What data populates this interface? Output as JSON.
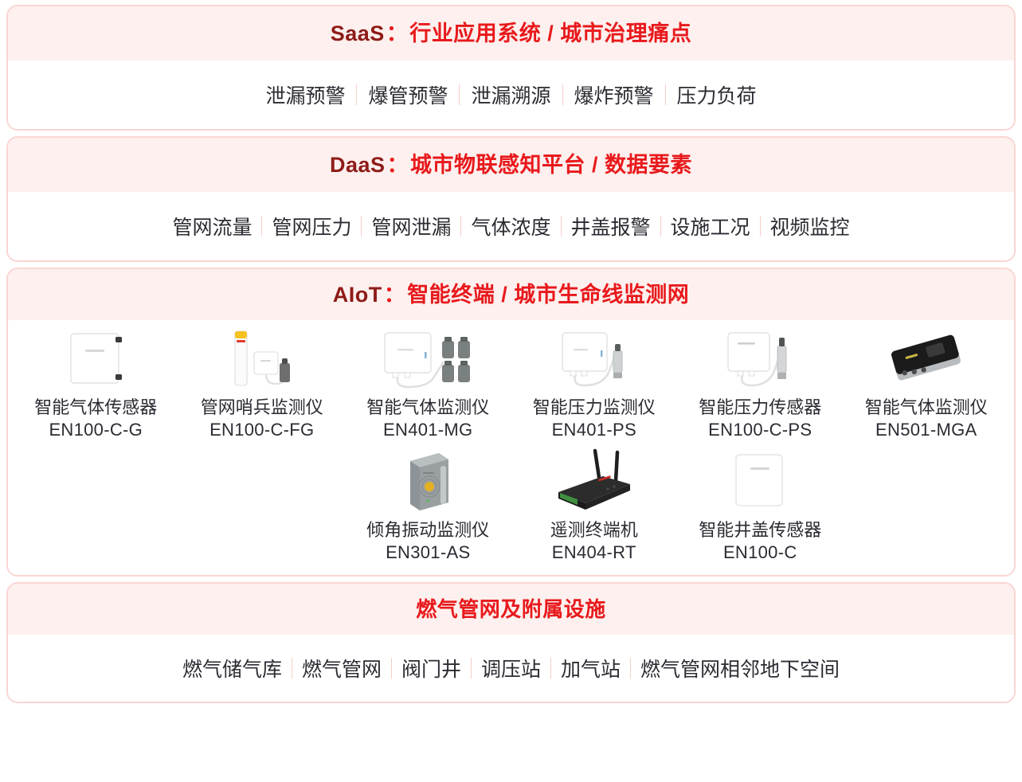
{
  "colors": {
    "accent_red": "#e8191c",
    "accent_dark_red": "#8e1b18",
    "panel_border": "#f9d6d3",
    "panel_head_bg": "#fdf0ee",
    "divider": "#f6cfcb",
    "text": "#2b2b33",
    "watermark": "#fbdedb"
  },
  "saas": {
    "icon": "radar-target-icon",
    "title": {
      "en": "SaaS",
      "sep": "：",
      "cn": "行业应用系统 / 城市治理痛点"
    },
    "tags": [
      "泄漏预警",
      "爆管预警",
      "泄漏溯源",
      "爆炸预警",
      "压力负荷"
    ]
  },
  "daas": {
    "icon": "infinity-icon",
    "title": {
      "en": "DaaS",
      "sep": "：",
      "cn": "城市物联感知平台 / 数据要素"
    },
    "tags": [
      "管网流量",
      "管网压力",
      "管网泄漏",
      "气体浓度",
      "井盖报警",
      "设施工况",
      "视频监控"
    ]
  },
  "aiot": {
    "icon": "network-nodes-icon",
    "title": {
      "en": "AIoT",
      "sep": "：",
      "cn": "智能终端 / 城市生命线监测网"
    },
    "devices_row1": [
      {
        "name": "智能气体传感器",
        "model": "EN100-C-G",
        "image": "white-wall-box-device"
      },
      {
        "name": "管网哨兵监测仪",
        "model": "EN100-C-FG",
        "image": "sentinel-pole-device"
      },
      {
        "name": "智能气体监测仪",
        "model": "EN401-MG",
        "image": "box-with-four-probes-device"
      },
      {
        "name": "智能压力监测仪",
        "model": "EN401-PS",
        "image": "box-with-pressure-probe-device"
      },
      {
        "name": "智能压力传感器",
        "model": "EN100-C-PS",
        "image": "box-with-long-probe-device"
      },
      {
        "name": "智能气体监测仪",
        "model": "EN501-MGA",
        "image": "black-metal-enclosure-device"
      }
    ],
    "devices_row2": [
      {
        "name": "倾角振动监测仪",
        "model": "EN301-AS",
        "image": "grey-tilt-vibration-device"
      },
      {
        "name": "遥测终端机",
        "model": "EN404-RT",
        "image": "black-router-antenna-device"
      },
      {
        "name": "智能井盖传感器",
        "model": "EN100-C",
        "image": "white-flat-manhole-sensor"
      }
    ]
  },
  "infra": {
    "title": {
      "en": "",
      "sep": "",
      "cn": "燃气管网及附属设施"
    },
    "tags": [
      "燃气储气库",
      "燃气管网",
      "阀门井",
      "调压站",
      "加气站",
      "燃气管网相邻地下空间"
    ]
  }
}
